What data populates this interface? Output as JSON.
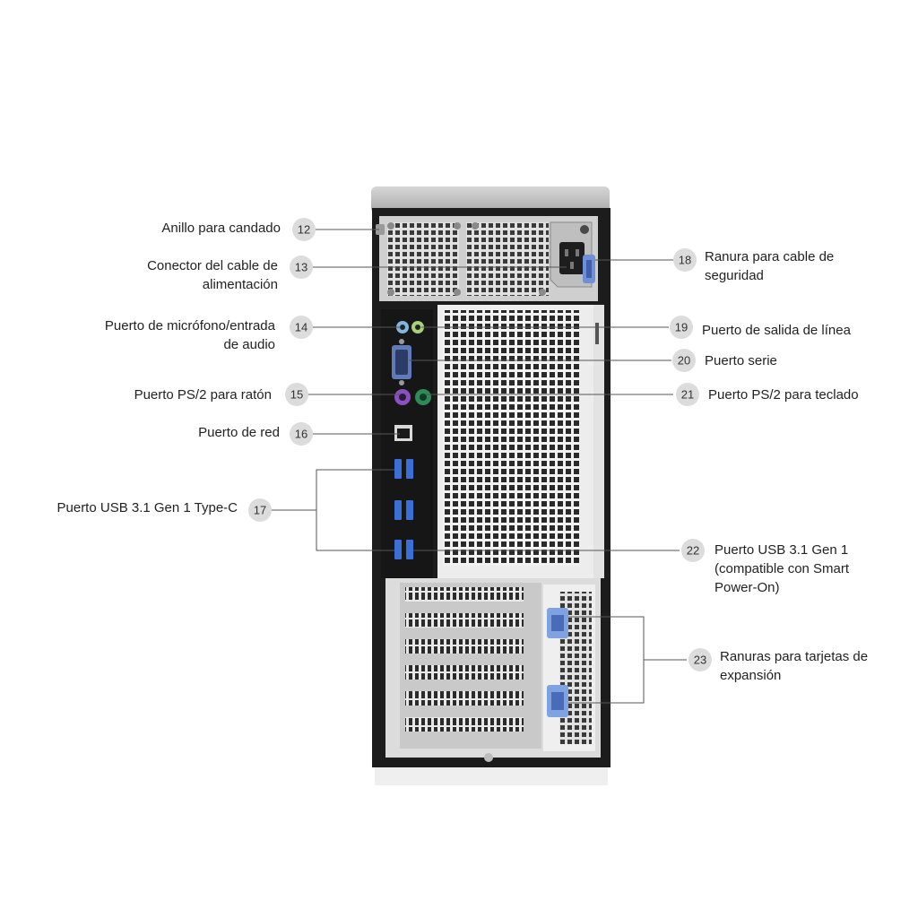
{
  "callouts": [
    {
      "number": "12",
      "text": [
        "Anillo para candado"
      ]
    },
    {
      "number": "13",
      "text": [
        "Conector del cable de",
        "alimentación"
      ]
    },
    {
      "number": "14",
      "text": [
        "Puerto de micrófono/entrada",
        "de audio"
      ]
    },
    {
      "number": "15",
      "text": [
        "Puerto PS/2 para ratón"
      ]
    },
    {
      "number": "16",
      "text": [
        "Puerto de red"
      ]
    },
    {
      "number": "17",
      "text": [
        "Puerto USB 3.1 Gen 1 Type-C"
      ]
    },
    {
      "number": "18",
      "text": [
        "Ranura para cable de",
        "seguridad"
      ]
    },
    {
      "number": "19",
      "text": [
        "Puerto de salida de línea"
      ]
    },
    {
      "number": "20",
      "text": [
        "Puerto serie"
      ]
    },
    {
      "number": "21",
      "text": [
        "Puerto PS/2 para teclado"
      ]
    },
    {
      "number": "22",
      "text": [
        "Puerto USB 3.1 Gen 1",
        "(compatible con Smart",
        "Power-On)"
      ]
    },
    {
      "number": "23",
      "text": [
        "Ranuras para tarjetas de",
        "expansión"
      ]
    }
  ],
  "colors": {
    "chassis_black": "#1c1c1c",
    "panel_silver": "#d9d9d9",
    "usb_blue": "#3a6fd8",
    "mouse_purple": "#8a4fc0",
    "keyboard_green": "#2e8b57",
    "latch_blue": "#7fa2e0",
    "leader_line": "#555555",
    "badge_bg": "#dcdcdc"
  }
}
